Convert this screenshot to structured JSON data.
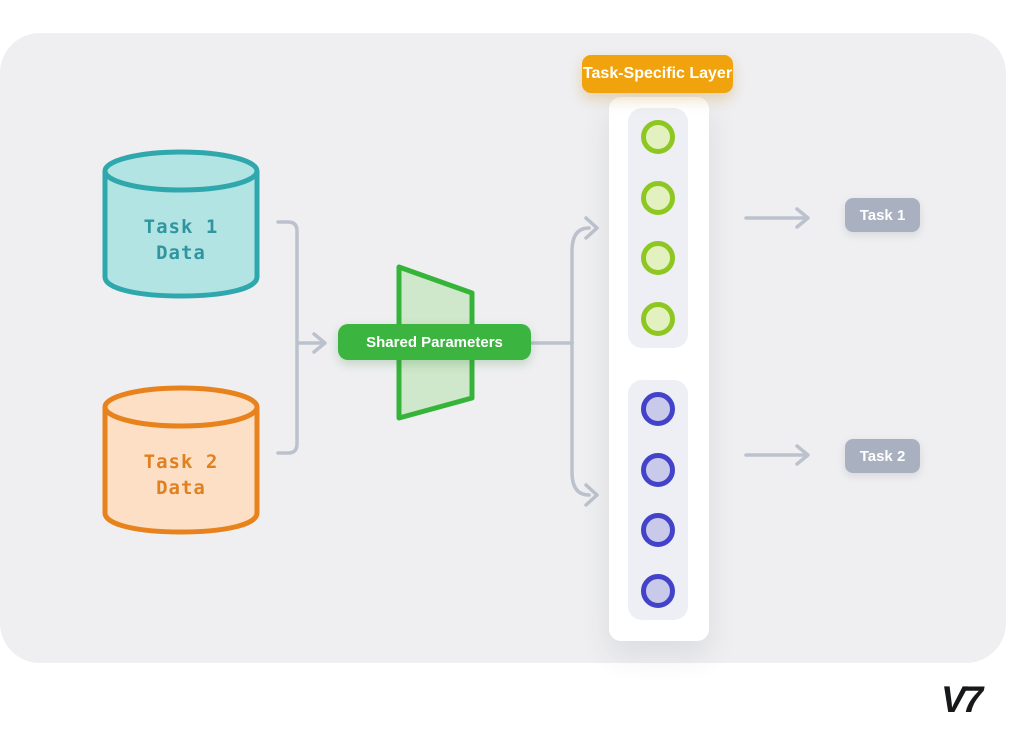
{
  "diagram": {
    "canvas_color": "#efeff1",
    "connector_color": "#bcc2cd",
    "datasets": [
      {
        "name": "task1-data",
        "line1": "Task 1",
        "line2": "Data",
        "stroke": "#2fa8ad",
        "fill": "#b2e4e3",
        "text_color": "#2f96a0"
      },
      {
        "name": "task2-data",
        "line1": "Task 2",
        "line2": "Data",
        "stroke": "#e8821d",
        "fill": "#fcdfc5",
        "text_color": "#e0801f"
      }
    ],
    "shared_parameters": {
      "label": "Shared Parameters",
      "badge_color": "#3bb540",
      "trapezoid_stroke": "#36b43a",
      "trapezoid_fill": "#cfe7ca"
    },
    "task_specific_layer": {
      "label": "Task-Specific Layer",
      "badge_color": "#f1a30d",
      "panel_color": "#ffffff",
      "group_bg_color": "#edeff4",
      "groups": [
        {
          "name": "task1-neuron",
          "count": 4,
          "stroke": "#8fc722",
          "fill": "#e3f1c0"
        },
        {
          "name": "task2-neuron",
          "count": 4,
          "stroke": "#4343c9",
          "fill": "#c9c9ea"
        }
      ]
    },
    "outputs": [
      {
        "label": "Task 1",
        "badge_color": "#a9b1c1"
      },
      {
        "label": "Task 2",
        "badge_color": "#a9b1c1"
      }
    ]
  },
  "logo": {
    "text": "V7"
  }
}
